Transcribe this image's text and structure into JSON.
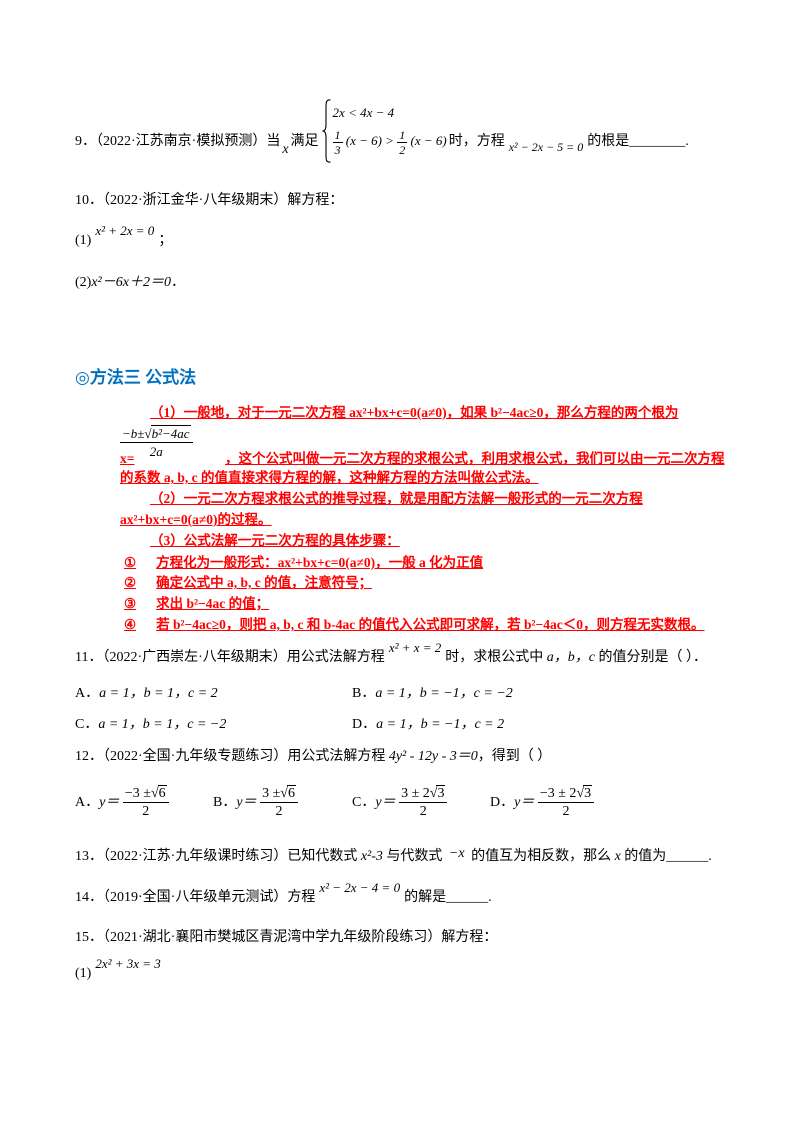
{
  "colors": {
    "section": "#0070C0",
    "notes": "#FF0000",
    "text": "#000000"
  },
  "p9": {
    "prefix": "9．（2022·江苏南京·模拟预测）当",
    "var": "x",
    "mid1": "满足",
    "sys1": "2x < 4x − 4",
    "sys2": {
      "f1_num": "1",
      "f1_den": "3",
      "mid": "(x − 6) >",
      "f2_num": "1",
      "f2_den": "2",
      "tail": "(x − 6)"
    },
    "mid2": "时，方程",
    "equation": "x² − 2x − 5 = 0",
    "suffix": "的根是________."
  },
  "p10": {
    "title": "10．（2022·浙江金华·八年级期末）解方程：",
    "q1_label": "(1)",
    "q1_eq": "x² + 2x = 0",
    "q1_end": "；",
    "q2_label": "(2)",
    "q2_eq": "x²－6x＋2＝0",
    "q2_end": "．"
  },
  "section": {
    "title": "◎方法三  公式法"
  },
  "notes": {
    "n1": "（1）一般地，对于一元二次方程 ax²+bx+c=0(a≠0)，如果 b²−4ac≥0，那么方程的两个根为",
    "formula": {
      "pre": "−b±",
      "radical": "√",
      "radicand": "b²−4ac",
      "den": "2a",
      "lhs": "x="
    },
    "n1_cont": "，这个公式叫做一元二次方程的求根公式，利用求根公式，我们可以由一元二次方程",
    "n1_end": "的系数 a, b, c 的值直接求得方程的解，这种解方程的方法叫做公式法。",
    "n2": "（2）一元二次方程求根公式的推导过程，就是用配方法解一般形式的一元二次方程",
    "n2_end": "ax²+bx+c=0(a≠0)的过程。",
    "n3": "（3）公式法解一元二次方程的具体步骤：",
    "steps": [
      {
        "num": "①",
        "text": "方程化为一般形式：ax²+bx+c=0(a≠0)，一般 a 化为正值"
      },
      {
        "num": "②",
        "text": "确定公式中 a, b, c 的值，注意符号；"
      },
      {
        "num": "③",
        "text": "求出 b²−4ac 的值；"
      },
      {
        "num": "④",
        "text": "若 b²−4ac≥0，则把 a, b, c 和 b-4ac 的值代入公式即可求解，若 b²−4ac＜0，则方程无实数根。"
      }
    ]
  },
  "p11": {
    "prefix": "11．（2022·广西崇左·八年级期末）用公式法解方程",
    "eq": "x² + x = 2",
    "suffix": "时，求根公式中 ",
    "vars": "a，b，c",
    "suffix2": " 的值分别是（      ）．",
    "options": [
      {
        "label": "A．",
        "text": "a = 1，b = 1，c = 2"
      },
      {
        "label": "B．",
        "text": "a = 1，b = −1，c = −2"
      },
      {
        "label": "C．",
        "text": "a = 1，b = 1，c = −2"
      },
      {
        "label": "D．",
        "text": "a = 1，b = −1，c = 2"
      }
    ]
  },
  "p12": {
    "prefix": "12．（2022·全国·九年级专题练习）用公式法解方程 ",
    "eq": "4y² - 12y - 3＝0",
    "suffix": "，得到（        ）",
    "options": [
      {
        "label": "A．",
        "var": "y＝",
        "pre": "−3 ±",
        "radical": "√",
        "radicand": "6",
        "den": "2"
      },
      {
        "label": "B．",
        "var": "y＝",
        "pre": "3 ±",
        "radical": "√",
        "radicand": "6",
        "den": "2"
      },
      {
        "label": "C．",
        "var": "y＝",
        "pre": "3 ± 2",
        "radical": "√",
        "radicand": "3",
        "den": "2"
      },
      {
        "label": "D．",
        "var": "y＝",
        "pre": "−3 ± 2",
        "radical": "√",
        "radicand": "3",
        "den": "2"
      }
    ]
  },
  "p13": {
    "prefix": "13．（2022·江苏·九年级课时练习）已知代数式 ",
    "m1": "x²-3",
    "t1": " 与代数式 ",
    "m2": "−x",
    "t2": " 的值互为相反数，那么 ",
    "m3": "x",
    "t3": " 的值为______."
  },
  "p14": {
    "prefix": "14．（2019·全国·八年级单元测试）方程",
    "eq": "x² − 2x − 4 = 0",
    "suffix": "的解是______."
  },
  "p15": {
    "title": "15．（2021·湖北·襄阳市樊城区青泥湾中学九年级阶段练习）解方程：",
    "q1_label": "(1)",
    "q1_eq": "2x² + 3x = 3"
  }
}
